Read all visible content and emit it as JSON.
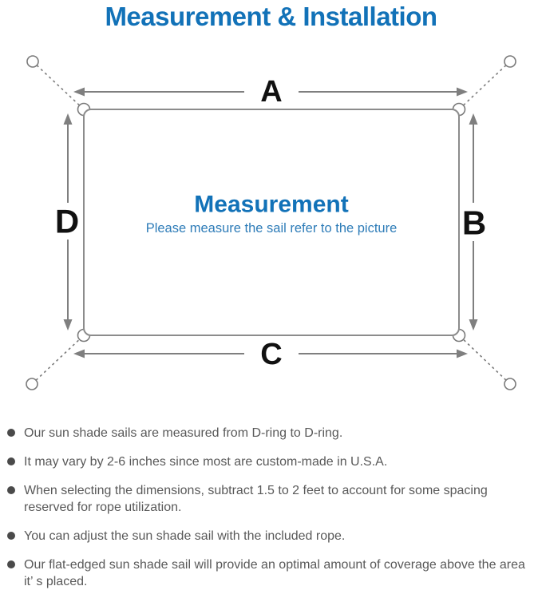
{
  "page": {
    "title": "Measurement & Installation"
  },
  "diagram": {
    "side_labels": {
      "top": "A",
      "right": "B",
      "bottom": "C",
      "left": "D"
    },
    "center_title": "Measurement",
    "center_subtitle": "Please measure the sail refer to the picture"
  },
  "notes": {
    "items": [
      "Our sun shade sails are measured from D-ring to D-ring.",
      "It may vary by 2-6 inches since most are custom-made in U.S.A.",
      "When selecting the dimensions, subtract 1.5 to 2 feet to account for some spacing reserved for rope utilization.",
      "You can adjust the sun shade sail with the included rope.",
      "Our flat-edged sun shade sail will provide an optimal amount of coverage above the area it’ s placed."
    ]
  },
  "colors": {
    "accent_blue": "#1272b8",
    "subtitle_blue": "#2e7cb8",
    "diagram_gray": "#7a7a7a",
    "outline_gray": "#8c8c8c",
    "label_black": "#111111",
    "note_text_gray": "#595959",
    "bullet_gray": "#4a4a4a"
  }
}
